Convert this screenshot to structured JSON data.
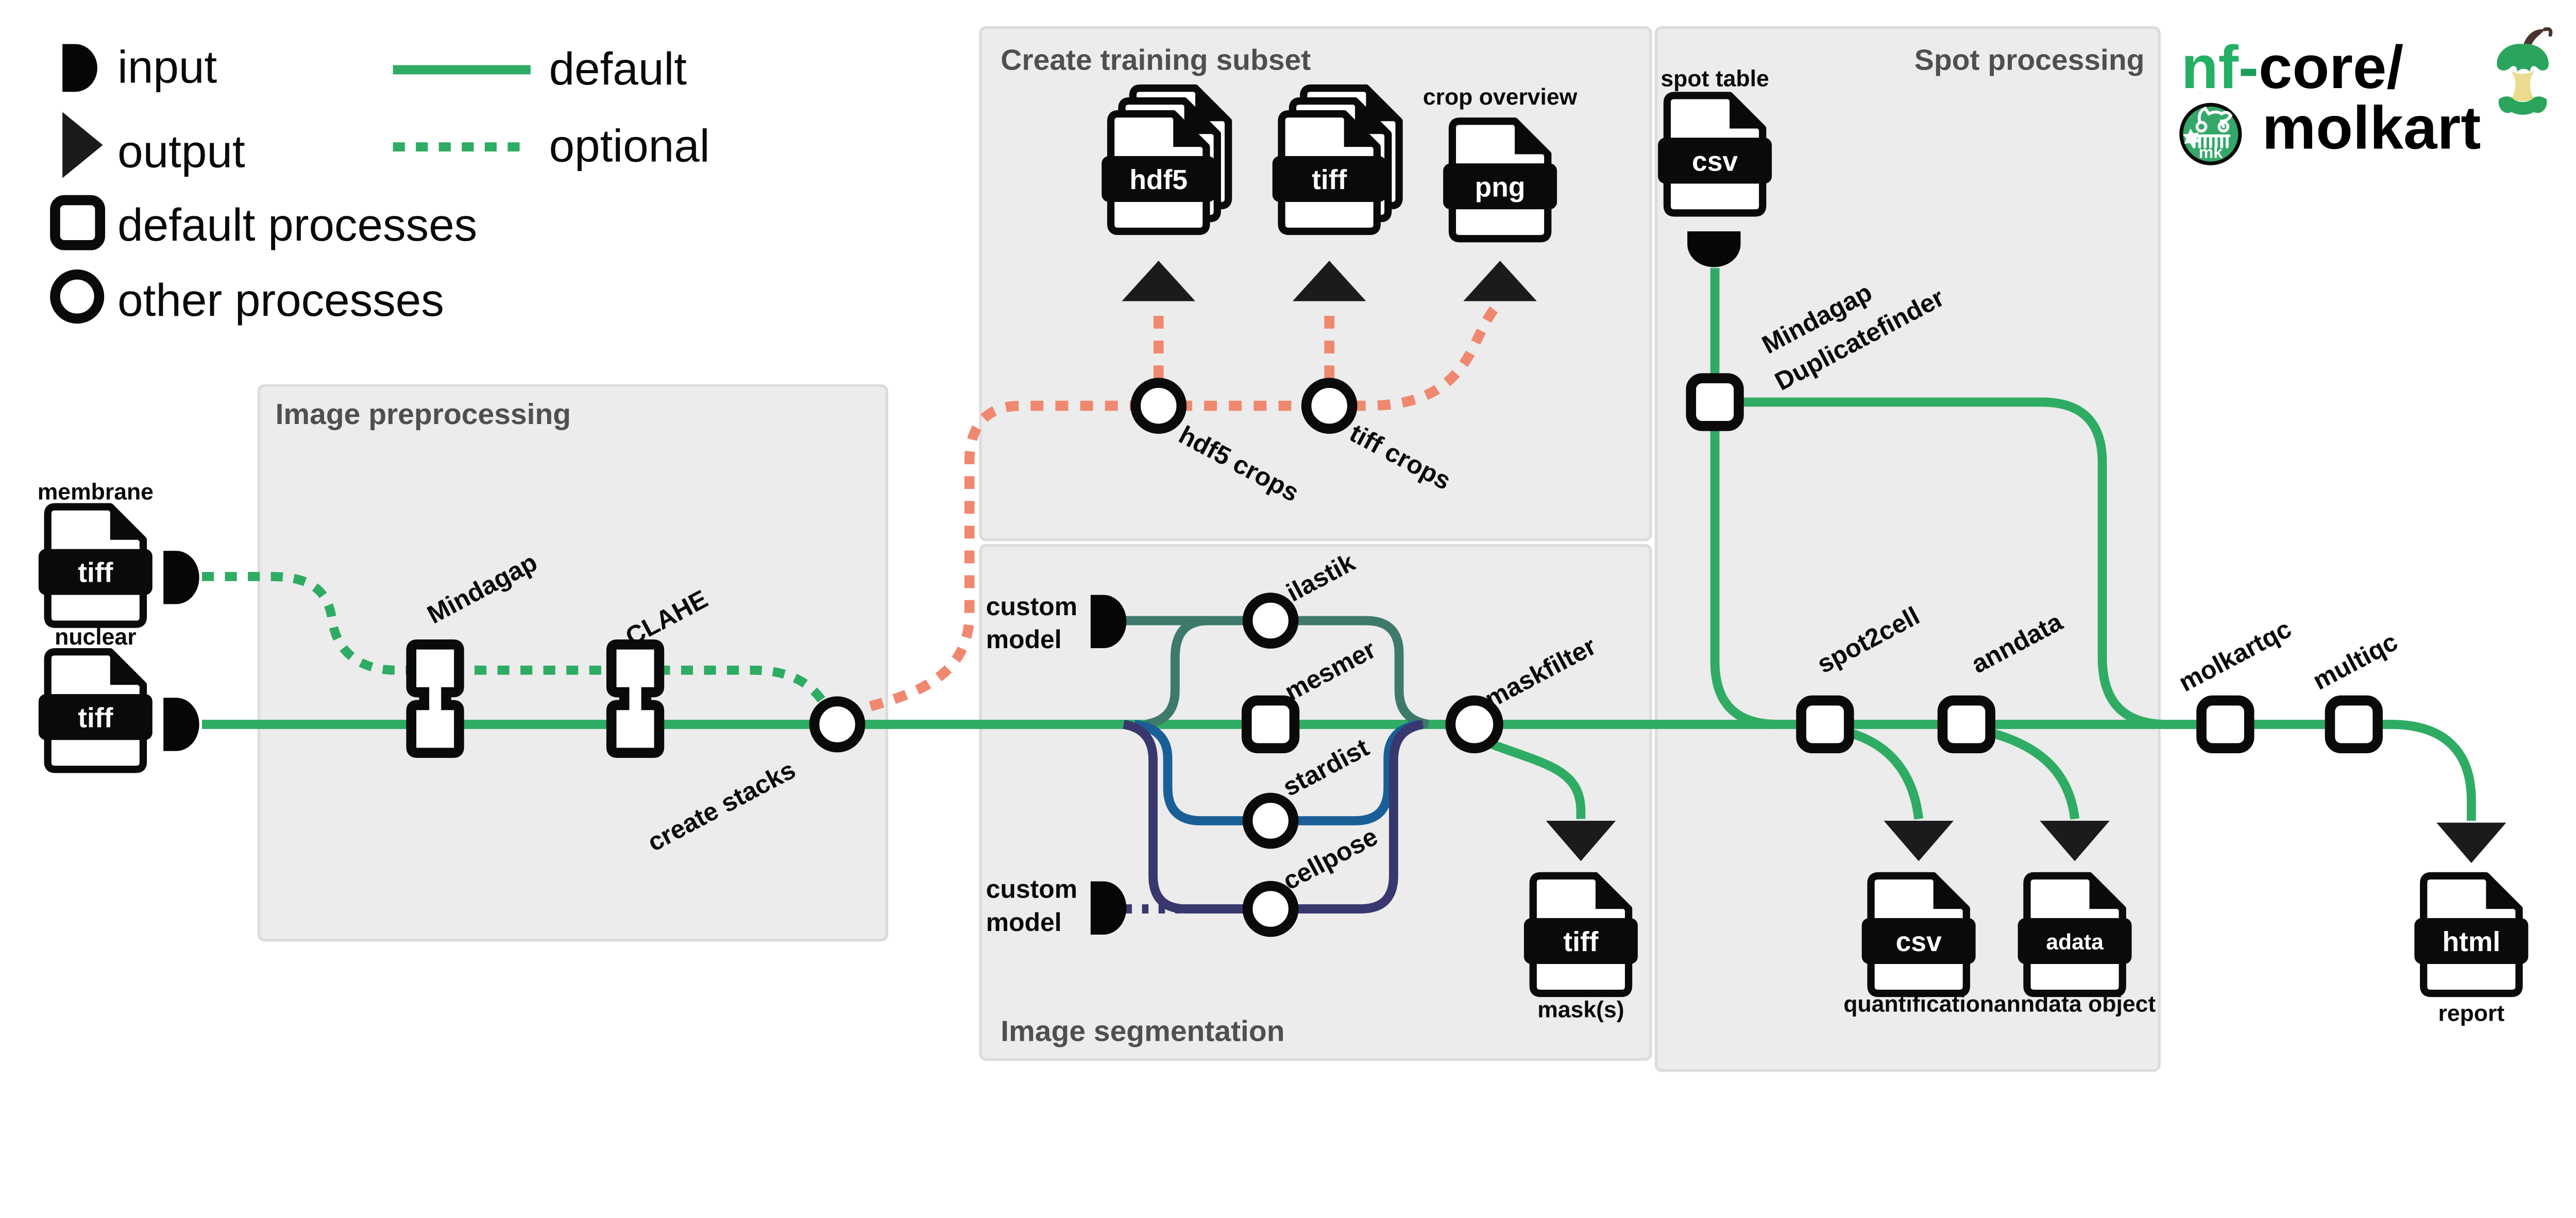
{
  "colors": {
    "green": "#2fac63",
    "salmon": "#f0886f",
    "teal": "#3e7a6b",
    "blue": "#1a5e97",
    "navy": "#38386e",
    "ink": "#0a0a0a",
    "tri_dark": "#1b1b1b",
    "box_bg": "#ececec",
    "box_border": "#dcdcdc",
    "title": "#4f4f4f",
    "logo_green": "#24b064",
    "logo_hyphen_green": "#1d9e58",
    "apple_cream": "#ebdb8e",
    "stem_brown": "#4a342e",
    "badge_green": "#33a869"
  },
  "legend": {
    "input": "input",
    "output": "output",
    "default_line": "default",
    "optional_line": "optional",
    "default_processes": "default processes",
    "other_processes": "other processes"
  },
  "boxes": {
    "preprocessing": "Image preprocessing",
    "training": "Create training subset",
    "segmentation": "Image segmentation",
    "spot": "Spot processing"
  },
  "files": {
    "membrane": {
      "label": "membrane",
      "ext": "tiff"
    },
    "nuclear": {
      "label": "nuclear",
      "ext": "tiff"
    },
    "spot_table": {
      "label": "spot table",
      "ext": "csv"
    },
    "hdf5_crops": {
      "ext": "hdf5"
    },
    "tiff_crops": {
      "ext": "tiff"
    },
    "crop_overview": {
      "label": "crop overview",
      "ext": "png"
    },
    "mask": {
      "label": "mask(s)",
      "ext": "tiff"
    },
    "quantification": {
      "label": "quantification",
      "ext": "csv"
    },
    "anndata_object": {
      "label": "anndata object",
      "ext": "adata"
    },
    "report": {
      "label": "report",
      "ext": "html"
    }
  },
  "processes": {
    "mindagap": "Mindagap",
    "clahe": "CLAHE",
    "create_stacks": "create stacks",
    "hdf5_crops": "hdf5 crops",
    "tiff_crops": "tiff crops",
    "custom_model": {
      "line1": "custom",
      "line2": "model"
    },
    "ilastik": "ilastik",
    "mesmer": "mesmer",
    "stardist": "stardist",
    "cellpose": "cellpose",
    "maskfilter": "maskfilter",
    "duplicatefinder": {
      "line1": "Mindagap",
      "line2": "Duplicatefinder"
    },
    "spot2cell": "spot2cell",
    "anndata": "anndata",
    "molkartqc": "molkartqc",
    "multiqc": "multiqc"
  },
  "logo": {
    "nf": "nf",
    "hyphen": "-",
    "core": "core/",
    "name": "molkart",
    "badge": "mk"
  }
}
